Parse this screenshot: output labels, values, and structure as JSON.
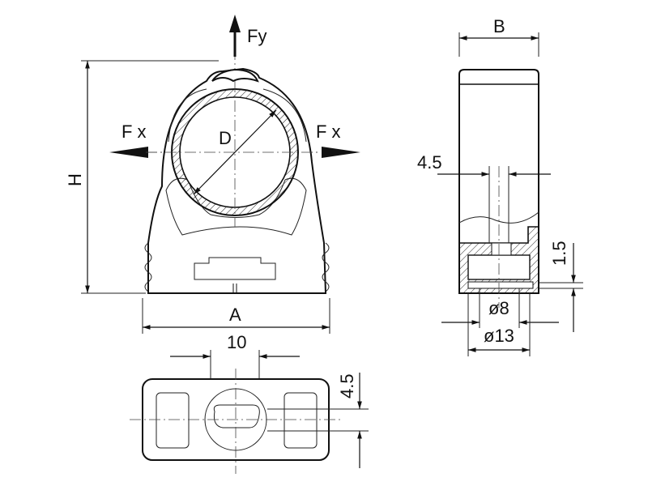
{
  "labels": {
    "force_y": "Fy",
    "force_x_left": "F x",
    "force_x_right": "F x",
    "diameter": "D",
    "height": "H",
    "width_a": "A",
    "width_b": "B",
    "dim_4_5_side": "4.5",
    "dim_1_5": "1.5",
    "dim_d8": "ø8",
    "dim_d13": "ø13",
    "dim_10": "10",
    "dim_4_5_bottom": "4.5"
  },
  "colors": {
    "line": "#111111",
    "hatch": "#222222",
    "background": "#ffffff"
  }
}
